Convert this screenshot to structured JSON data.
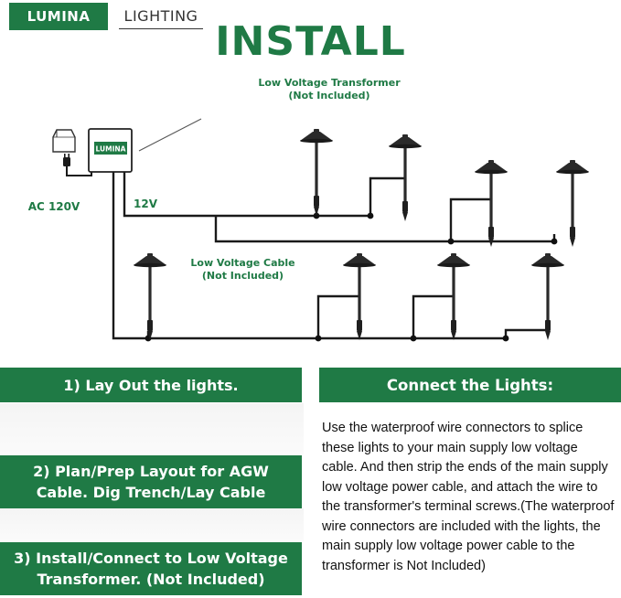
{
  "brand": {
    "name": "LUMINA",
    "lighting": "LIGHTING"
  },
  "title": "INSTALL",
  "diagram": {
    "transformer_label_line1": "Low Voltage Transformer",
    "transformer_label_line2": "(Not Included)",
    "transformer_badge": "LUMINA",
    "ac_label": "AC 120V",
    "voltage_label": "12V",
    "cable_label_line1": "Low Voltage Cable",
    "cable_label_line2": "(Not Included)"
  },
  "steps": {
    "step1": "1)   Lay Out the lights.",
    "step2_line1": "2)   Plan/Prep Layout for AGW",
    "step2_line2": "Cable. Dig Trench/Lay Cable",
    "step3_line1": "3)  Install/Connect to Low Voltage",
    "step3_line2": "Transformer.  (Not Included)"
  },
  "connect": {
    "heading": "Connect the Lights:",
    "description": "Use the waterproof wire connectors to splice these lights to your main supply low voltage cable. And then strip the ends of the main supply low voltage power cable, and attach the wire to the transformer's terminal screws.(The waterproof wire connectors are included with the lights, the main supply low voltage power cable to the transformer is Not Included)"
  },
  "colors": {
    "brand_green": "#1f7a45",
    "wire": "#1a1a1a"
  }
}
